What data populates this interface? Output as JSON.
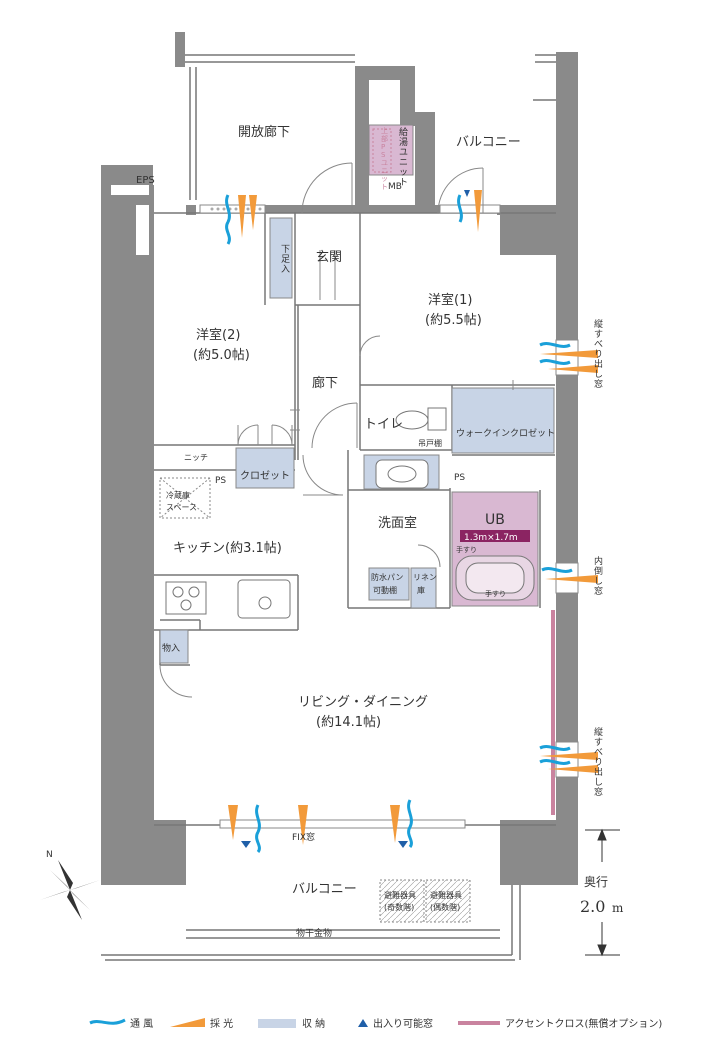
{
  "rooms": {
    "corridor": "開放廊下",
    "balcony_top": "バルコニー",
    "eps": "EPS",
    "mb": "MB",
    "water_heater": "給湯ユニット",
    "hvac_unit": "上部PSユニット",
    "entrance": "玄関",
    "shoe_box": "下足入",
    "western1_name": "洋室(1)",
    "western1_size": "(約5.5帖)",
    "western2_name": "洋室(2)",
    "western2_size": "(約5.0帖)",
    "hallway": "廊下",
    "toilet": "トイレ",
    "toilet_shelf": "吊戸棚",
    "walkin": "ウォークインクロゼット",
    "niche": "ニッチ",
    "ps1": "PS",
    "closet": "クロゼット",
    "ps2": "PS",
    "fridge_line1": "冷蔵庫",
    "fridge_line2": "スペース",
    "washroom": "洗面室",
    "ub": "UB",
    "ub_size": "1.3m×1.7m",
    "handrail1": "手すり",
    "handrail2": "手すり",
    "waterpan_line1": "防水パン",
    "waterpan_line2": "可動棚",
    "linen_line1": "リネン",
    "linen_line2": "庫",
    "kitchen": "キッチン(約3.1帖)",
    "storage": "物入",
    "living_name": "リビング・ダイニング",
    "living_size": "(約14.1帖)",
    "fix_window": "FIX窓",
    "balcony_bottom": "バルコニー",
    "escape1_line1": "避難器具",
    "escape1_line2": "(奇数階)",
    "escape2_line1": "避難器具",
    "escape2_line2": "(偶数階)",
    "laundry": "物干金物"
  },
  "windows": {
    "slide_window": "縦すべり出し窓",
    "inward_window": "内倒し窓",
    "slide_window2": "縦すべり出し窓"
  },
  "depth": {
    "label": "奥行",
    "value": "2.0",
    "unit": "m"
  },
  "legend": {
    "ventilation": "通 風",
    "daylight": "採 光",
    "storage": "収 納",
    "door_window": "出入り可能窓",
    "accent": "アクセントクロス(無償オプション)"
  },
  "colors": {
    "wall": "#888888",
    "storage": "#c8d4e6",
    "bath": "#d9b8d2",
    "accent": "#c9839f",
    "ub_label_bg": "#8b2462",
    "wind": "#1aa0d9",
    "light": "#f29a3a",
    "door_marker": "#1f5fa8"
  }
}
